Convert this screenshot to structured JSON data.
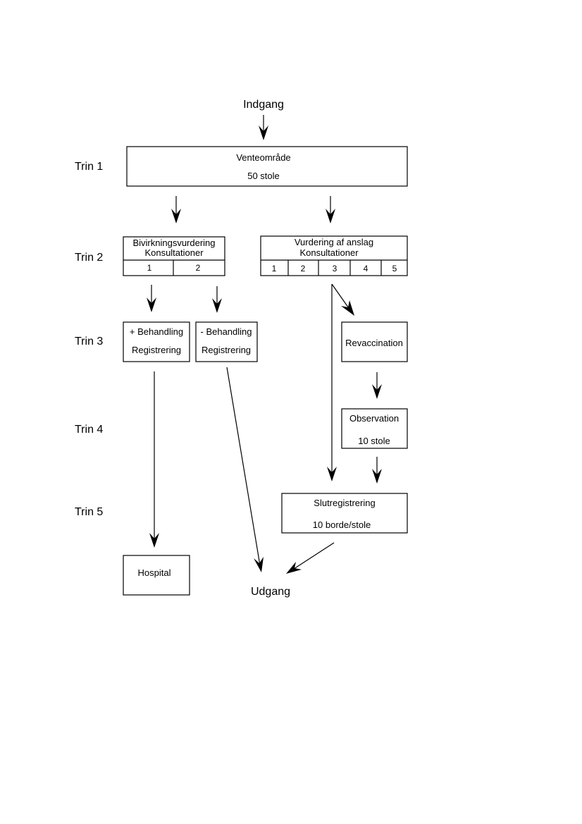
{
  "stages": [
    "Trin 1",
    "Trin 2",
    "Trin 3",
    "Trin 4",
    "Trin 5"
  ],
  "entrance": "Indgang",
  "exit": "Udgang",
  "waiting": {
    "title": "Venteområde",
    "capacity": "50 stole"
  },
  "side_effects": {
    "title": "Bivirkningsvurdering",
    "subtitle": "Konsultationer",
    "rooms": [
      "1",
      "2"
    ]
  },
  "reaction": {
    "title": "Vurdering af anslag",
    "subtitle": "Konsultationer",
    "rooms": [
      "1",
      "2",
      "3",
      "4",
      "5"
    ]
  },
  "treat_pos": {
    "line1": "+ Behandling",
    "line2": "Registrering"
  },
  "treat_neg": {
    "line1": "- Behandling",
    "line2": "Registrering"
  },
  "revaccination": {
    "title": "Revaccination"
  },
  "observation": {
    "title": "Observation",
    "capacity": "10 stole"
  },
  "final_reg": {
    "title": "Slutregistrering",
    "capacity": "10 borde/stole"
  },
  "hospital": {
    "title": "Hospital"
  }
}
